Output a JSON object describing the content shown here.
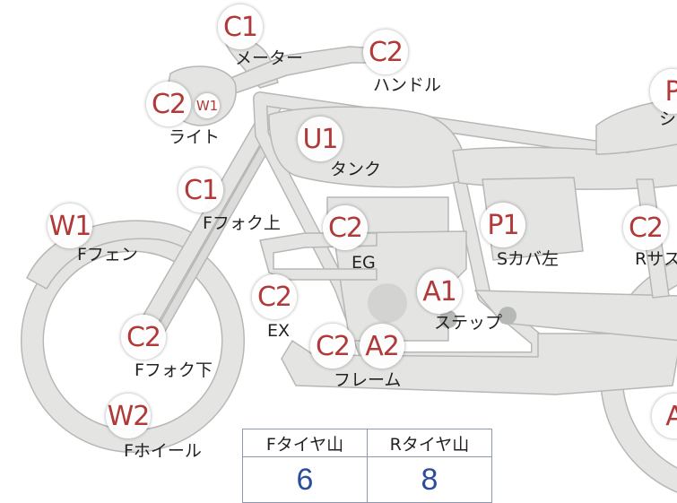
{
  "parts": [
    {
      "id": "meter",
      "grade": "C1",
      "name": "メーター"
    },
    {
      "id": "handle",
      "grade": "C2",
      "name": "ハンドル"
    },
    {
      "id": "light",
      "grade": "C2",
      "sub_grade": "W1",
      "name": "ライト"
    },
    {
      "id": "tank",
      "grade": "U1",
      "name": "タンク"
    },
    {
      "id": "seat",
      "grade": "P",
      "name": "シ"
    },
    {
      "id": "fork-upper",
      "grade": "C1",
      "name": "Fフォク上"
    },
    {
      "id": "front-fender",
      "grade": "W1",
      "name": "Fフェン"
    },
    {
      "id": "engine",
      "grade": "C2",
      "name": "EG"
    },
    {
      "id": "side-cover-left",
      "grade": "P1",
      "name": "Sカバ左"
    },
    {
      "id": "rear-suspension",
      "grade": "C2",
      "name": "Rサス"
    },
    {
      "id": "exhaust",
      "grade": "C2",
      "name": "EX"
    },
    {
      "id": "step",
      "grade": "A1",
      "name": "ステップ"
    },
    {
      "id": "fork-lower",
      "grade": "C2",
      "name": "Fフォク下"
    },
    {
      "id": "frame",
      "grade": "C2",
      "name": "フレーム"
    },
    {
      "id": "frame-alt",
      "grade": "A2",
      "name": ""
    },
    {
      "id": "front-wheel",
      "grade": "W2",
      "name": "Fホイール"
    },
    {
      "id": "rear-wheel",
      "grade": "A",
      "name": ""
    }
  ],
  "tire_tread": {
    "headers": [
      "Fタイヤ山",
      "Rタイヤ山"
    ],
    "values": [
      "6",
      "8"
    ]
  },
  "colors": {
    "bike_fill": "#e4e5e3",
    "bike_stroke": "#b6b8b5",
    "grade_text": "#b03a3a",
    "value_text": "#2b4d9a",
    "table_border": "#8e98ac"
  }
}
